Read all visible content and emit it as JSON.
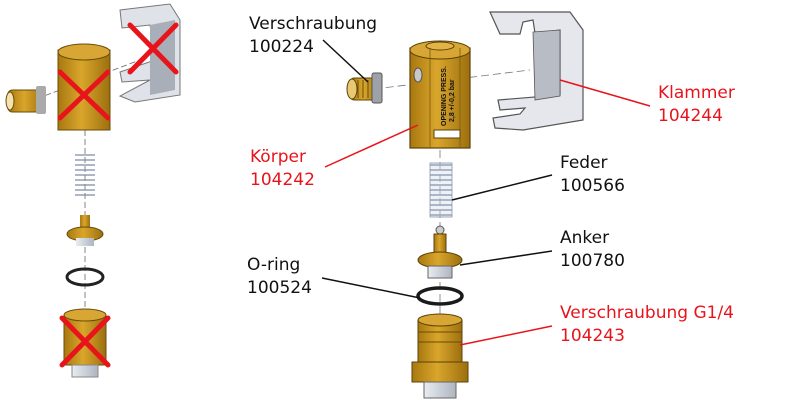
{
  "diagram": {
    "title": "Exploded view – pressure relief valve",
    "body_engraving": [
      "OPENING PRESS.",
      "2,8 +/-0,2 bar"
    ],
    "colors": {
      "brass": "#c9961f",
      "brass_dark": "#8a6410",
      "steel": "#c8cdd6",
      "spring": "#b9c7da",
      "oring": "#222222",
      "label_normal": "#111111",
      "label_highlight": "#e8141b",
      "cross_mark": "#e8141b"
    },
    "parts": [
      {
        "id": "verschraubung",
        "name": "Verschraubung",
        "number": "100224",
        "highlighted": false,
        "crossed_in_overview": false
      },
      {
        "id": "koerper",
        "name": "Körper",
        "number": "104242",
        "highlighted": true,
        "crossed_in_overview": true
      },
      {
        "id": "klammer",
        "name": "Klammer",
        "number": "104244",
        "highlighted": true,
        "crossed_in_overview": true
      },
      {
        "id": "feder",
        "name": "Feder",
        "number": "100566",
        "highlighted": false,
        "crossed_in_overview": false
      },
      {
        "id": "anker",
        "name": "Anker",
        "number": "100780",
        "highlighted": false,
        "crossed_in_overview": false
      },
      {
        "id": "oring",
        "name": "O-ring",
        "number": "100524",
        "highlighted": false,
        "crossed_in_overview": false
      },
      {
        "id": "verschraubung-g14",
        "name": "Verschraubung G1/4",
        "number": "104243",
        "highlighted": true,
        "crossed_in_overview": true
      }
    ]
  }
}
